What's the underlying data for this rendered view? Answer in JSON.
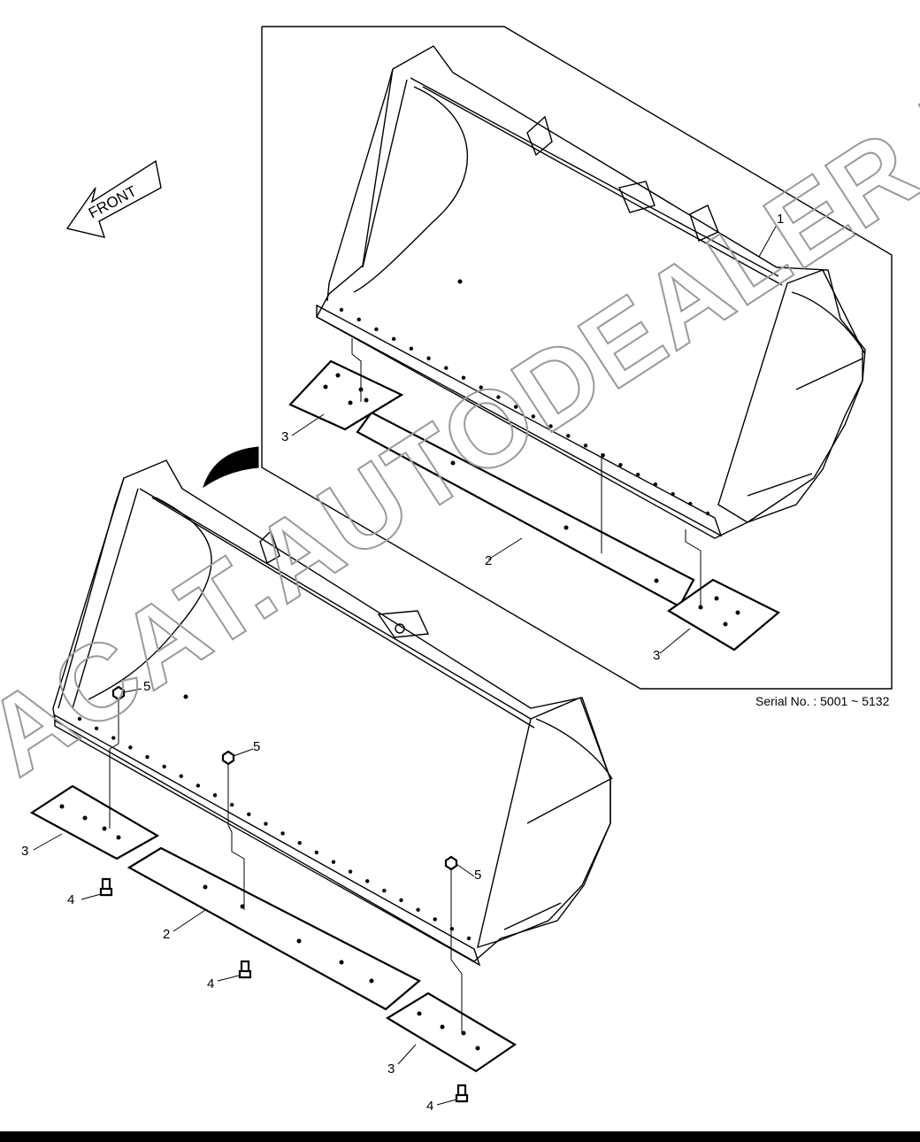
{
  "serial_note": "Serial No. : 5001 ~ 5132",
  "direction_label": "FRONT",
  "watermark": "ACAT.AUTODEALER.RU",
  "callouts": {
    "c1": "1",
    "c2a": "2",
    "c3a": "3",
    "c3b": "3",
    "c2b": "2",
    "c3c": "3",
    "c3d": "3",
    "c4a": "4",
    "c4b": "4",
    "c4c": "4",
    "c5a": "5",
    "c5b": "5",
    "c5c": "5"
  }
}
